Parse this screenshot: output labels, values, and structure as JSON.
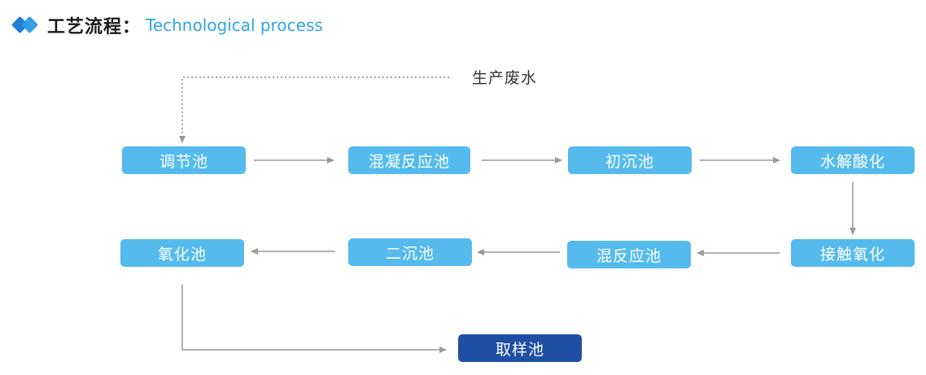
{
  "header": {
    "icon": "double-diamond-icon",
    "title_cn": "工艺流程：",
    "title_en": "Technological process"
  },
  "source": {
    "label": "生产废水"
  },
  "nodes": {
    "tiaojie": "调节池",
    "hunning": "混凝反应池",
    "chuchen": "初沉池",
    "shuijie": "水解酸化",
    "jiechu": "接触氧化",
    "hunfan": "混反应池",
    "erchen": "二沉池",
    "yanghua": "氧化池",
    "quyang": "取样池"
  },
  "colors": {
    "box_light": "#55bbec",
    "box_dark": "#1e4fa3",
    "arrow": "#9a9a9a",
    "title_accent": "#2fa4e7"
  }
}
